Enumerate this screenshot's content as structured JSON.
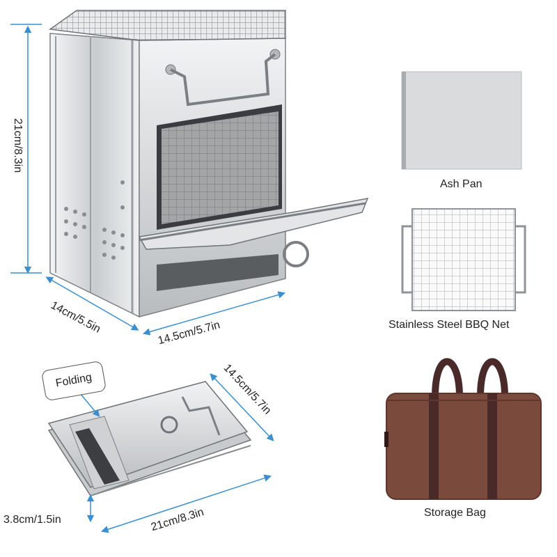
{
  "dimensions": {
    "height": "21cm/8.3in",
    "depth": "14cm/5.5in",
    "width": "14.5cm/5.7in",
    "folded_width": "14.5cm/5.7in",
    "folded_length": "21cm/8.3in",
    "folded_thickness": "3.8cm/1.5in"
  },
  "callout": {
    "folding": "Folding"
  },
  "accessories": {
    "ash_pan": "Ash Pan",
    "bbq_net": "Stainless Steel BBQ Net",
    "storage_bag": "Storage Bag"
  },
  "colors": {
    "dimension_line": "#3a8fd0",
    "steel": "#d8dadc",
    "steel_dark": "#8a8d90",
    "bag": "#7a4a3c",
    "strap": "#4a2a28"
  }
}
